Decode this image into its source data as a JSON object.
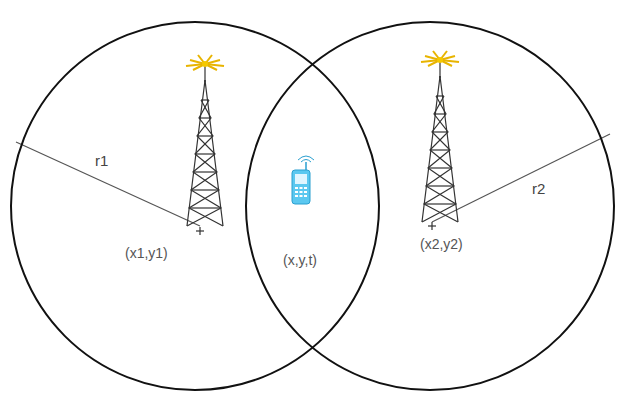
{
  "diagram": {
    "nodes": [
      {
        "text": [
          "r1",
          "(x1,y1)"
        ]
      },
      {
        "text": [
          "r2",
          "(x2,y2)"
        ]
      }
    ],
    "labels": [
      "(x,y,t)"
    ]
  }
}
